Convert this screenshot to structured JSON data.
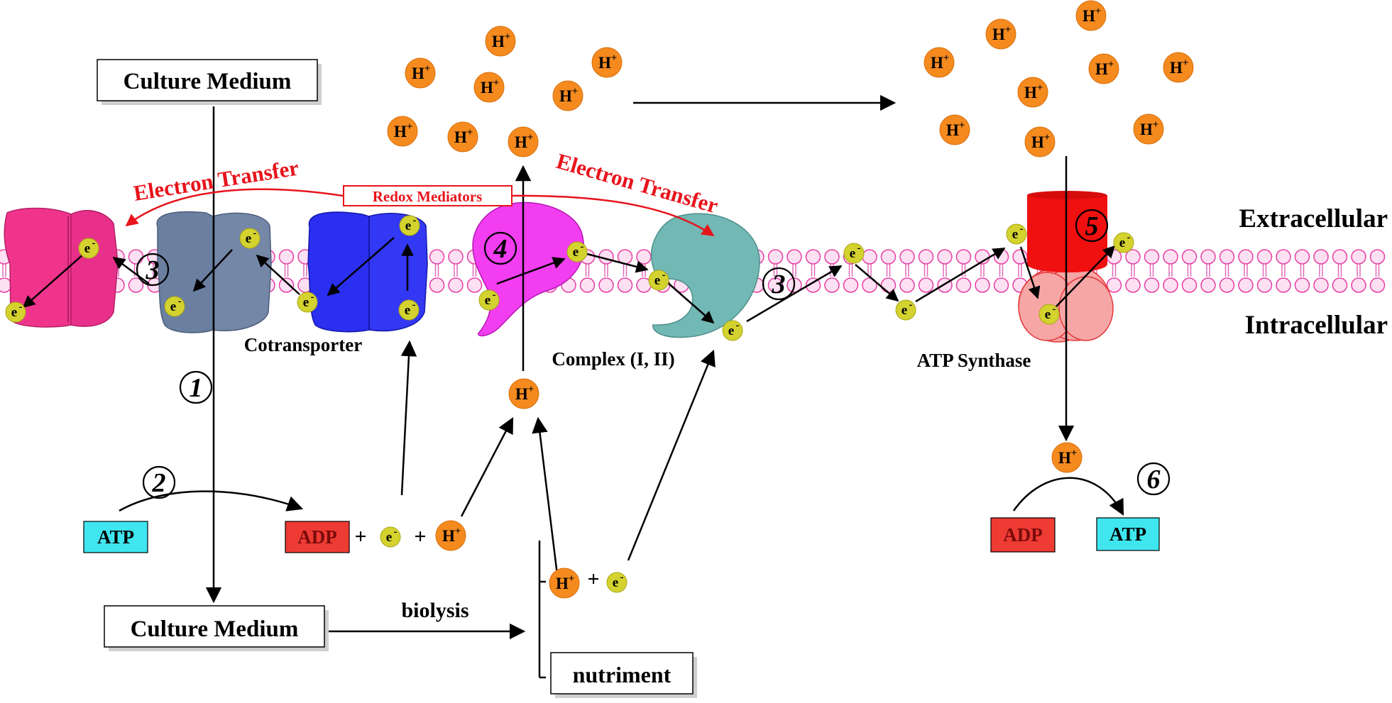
{
  "labels": {
    "culture_medium_top": "Culture Medium",
    "culture_medium_bottom": "Culture Medium",
    "electron_transfer_left": "Electron Transfer",
    "electron_transfer_right": "Electron Transfer",
    "redox_mediators": "Redox Mediators",
    "cotransporter": "Cotransporter",
    "complex": "Complex (I, II)",
    "atp_synthase": "ATP Synthase",
    "extracellular": "Extracellular",
    "intracellular": "Intracellular",
    "biolysis": "biolysis",
    "nutriment": "nutriment"
  },
  "boxes": {
    "atp_left": "ATP",
    "adp_left": "ADP",
    "adp_right": "ADP",
    "atp_right": "ATP"
  },
  "symbols": {
    "proton_base": "H",
    "proton_sup": "+",
    "electron_base": "e",
    "electron_sup": "-",
    "plus": "+"
  },
  "steps": [
    "1",
    "2",
    "3",
    "3",
    "4",
    "5",
    "6"
  ],
  "colors": {
    "proton": "#f58a1f",
    "electron": "#d4d22f",
    "red_label": "#e8141c",
    "atp_box": "#3fe6ef",
    "adp_box": "#ee3b34",
    "membrane": "#f58fd0",
    "protein_pink": "#f0348c",
    "protein_gray": "#6b7fa0",
    "protein_blue": "#2a2ff0",
    "protein_magenta": "#f23ef0",
    "protein_teal": "#72b8b4",
    "atp_synthase_top": "#f01010",
    "atp_synthase_bottom": "#f7a6a6"
  }
}
